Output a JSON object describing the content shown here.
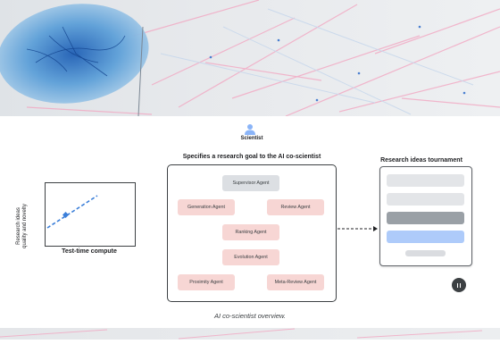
{
  "scientist": {
    "label": "Scientist"
  },
  "goal_label": "Specifies a research goal to the AI co-scientist",
  "tournament_label": "Research ideas tournament",
  "agents": {
    "supervisor": "Supervisor Agent",
    "generation": "Generation Agent",
    "review": "Review Agent",
    "ranking": "Ranking Agent",
    "evolution": "Evolution Agent",
    "proximity": "Proximity Agent",
    "meta_review": "Meta-Review Agent"
  },
  "chart": {
    "ylabel_line1": "Research ideas",
    "ylabel_line2": "quality and novelty",
    "xlabel": "Test-time compute"
  },
  "caption": "AI co-scientist overview.",
  "colors": {
    "agent_pink": "#f7d6d4",
    "agent_grey": "#dcdfe3",
    "trend_blue": "#3b7fd9",
    "highlight_bar": "#aecbfa",
    "dark_bar": "#9aa0a6",
    "light_bar": "#e3e5e8"
  },
  "icons": {
    "scientist": "person-icon",
    "pause": "pause-icon"
  }
}
